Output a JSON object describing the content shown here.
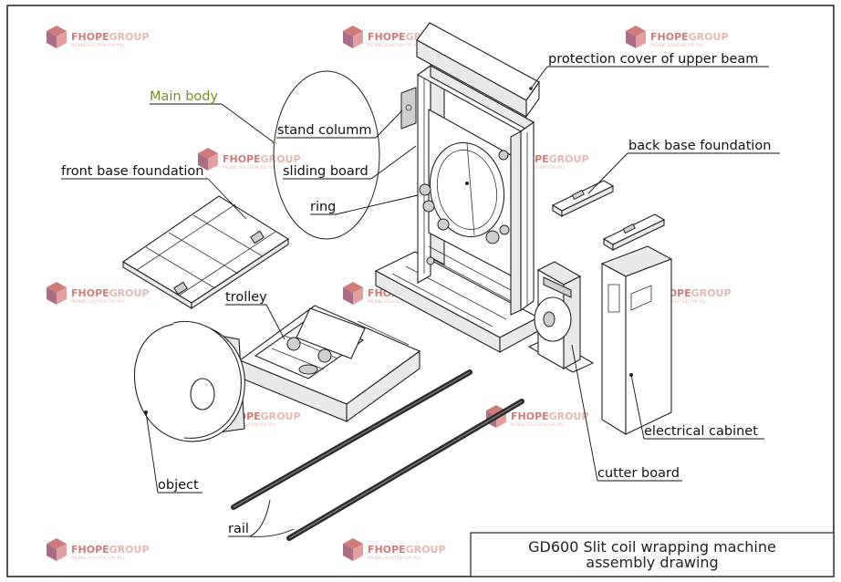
{
  "watermark": {
    "brand_prefix": "FHOPE",
    "brand_suffix": "GROUP",
    "tagline": "PACKING SOLUTION FOR YOU",
    "color_prefix": "#c0504d",
    "color_suffix": "#d7a19a"
  },
  "labels": {
    "main_body": "Main body",
    "stand_column": "stand columm",
    "sliding_board": "sliding board",
    "ring": "ring",
    "front_base": "front base foundation",
    "protection_cover": "protection cover of upper beam",
    "back_base": "back base foundation",
    "trolley": "trolley",
    "electrical_cabinet": "electrical cabinet",
    "object": "object",
    "cutter_board": "cutter board",
    "rail": "rail"
  },
  "title_block": {
    "line1": "GD600 Slit coil wrapping machine",
    "line2": "assembly drawing"
  },
  "colors": {
    "main_body_label": "#7a8a2a",
    "line": "#222222",
    "rail": "#2a2a2a"
  }
}
